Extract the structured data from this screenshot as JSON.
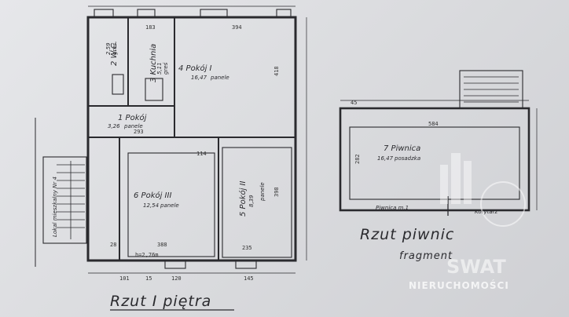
{
  "plan_left": {
    "title": "Rzut I piętra",
    "rooms": [
      {
        "name": "4 Pokój I",
        "area": "16,47",
        "finish": "panele"
      },
      {
        "name": "3 Kuchnia",
        "area": "5,11",
        "finish": "greś"
      },
      {
        "name": "2 W.C.",
        "area": "2,59",
        "finish": "greś"
      },
      {
        "name": "1 Pokój",
        "area": "3,26",
        "finish": "panele"
      },
      {
        "name": "6 Pokój III",
        "area": "12,54",
        "finish": "panele"
      },
      {
        "name": "5 Pokój II",
        "area": "8,39",
        "finish": "panele"
      }
    ],
    "stair_label": "Lokal mieszkalny Nr 4",
    "dimensions": {
      "d183": "183",
      "d394": "394",
      "d293": "293",
      "d388": "388",
      "d235": "235",
      "d398": "398",
      "d418": "418",
      "d28": "28",
      "d114": "114",
      "d101": "101",
      "d120": "120",
      "d15": "15",
      "d145": "145",
      "height": "h=2,76m"
    }
  },
  "plan_right": {
    "title": "Rzut piwnic",
    "subtitle": "fragment",
    "room": {
      "name": "7 Piwnica",
      "area": "16,47",
      "finish": "posadzka"
    },
    "labels": {
      "cellar": "Piwnica m.1",
      "corridor": "Korytarz"
    },
    "dimensions": {
      "d584": "584",
      "d282": "282",
      "d45": "45"
    }
  },
  "watermark": {
    "line1": "SWAT",
    "line2": "NIERUCHOMOŚCI"
  },
  "colors": {
    "ink": "#2a2a2e",
    "paper": "#dcdde0",
    "watermark": "#ffffff"
  }
}
